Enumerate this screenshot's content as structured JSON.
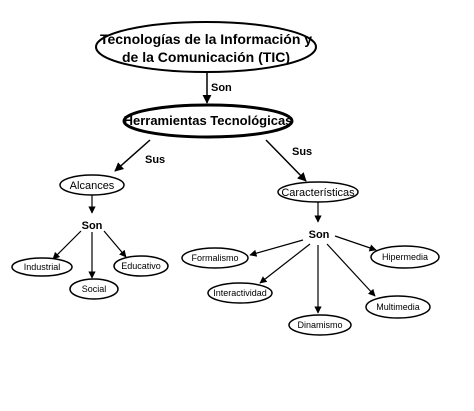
{
  "nodes": {
    "tic_line1": "Tecnologías de la Información y",
    "tic_line2": "de la Comunicación (TIC)",
    "herramientas": "Herramientas Tecnológicas",
    "alcances": "Alcances",
    "caracteristicas": "Características",
    "industrial": "Industrial",
    "social": "Social",
    "educativo": "Educativo",
    "formalismo": "Formalismo",
    "hipermedia": "Hipermedia",
    "interactividad": "Interactividad",
    "multimedia": "Multimedia",
    "dinamismo": "Dinamismo"
  },
  "connectors": {
    "son_top": "Son",
    "sus_left": "Sus",
    "sus_right": "Sus",
    "son_alcances": "Son",
    "son_caracteristicas": "Son"
  },
  "colors": {
    "stroke": "#000000",
    "fill": "#ffffff",
    "text": "#000000"
  }
}
